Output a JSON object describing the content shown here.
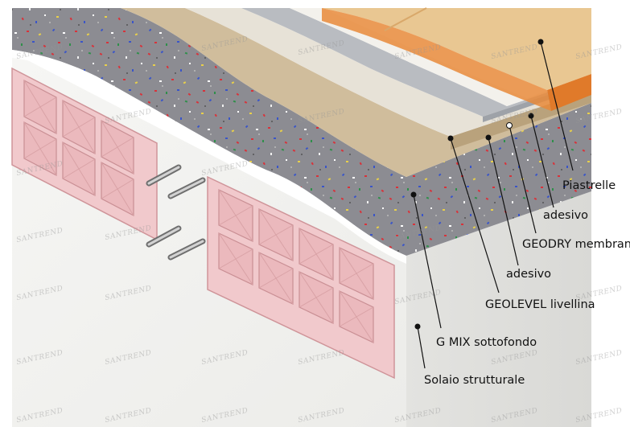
{
  "diagram": {
    "layers": [
      {
        "label": "Piastrelle"
      },
      {
        "label": "adesivo"
      },
      {
        "label": "GEODRY membrana"
      },
      {
        "label": "adesivo"
      },
      {
        "label": "GEOLEVEL livellina"
      },
      {
        "label": "G MIX sottofondo"
      },
      {
        "label": "Solaio strutturale"
      }
    ],
    "watermark": "SANTREND"
  },
  "colors": {
    "tile": "#e8c48f",
    "tile_edge": "#e07a2a",
    "membrane": "#c7c9cc",
    "adhesive": "#ece9e2",
    "leveller": "#cbb592",
    "screed": "#8a8a8f",
    "slab": "#f3f3f1",
    "brick": "#e9b7ba"
  }
}
